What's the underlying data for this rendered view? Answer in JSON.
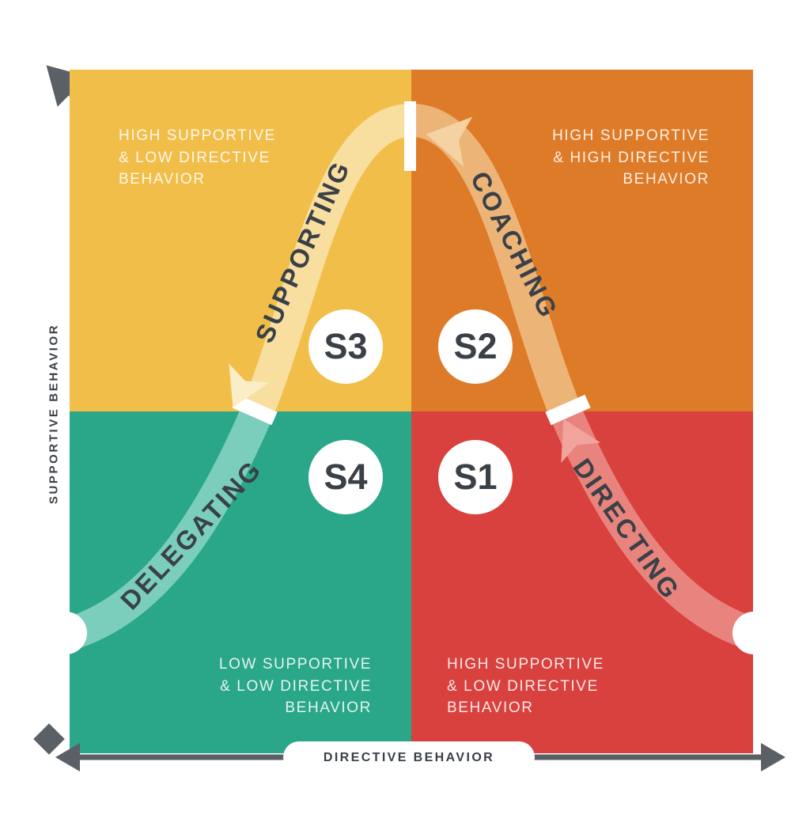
{
  "diagram": {
    "y_axis_label": "SUPPORTIVE BEHAVIOR",
    "x_axis_label": "DIRECTIVE BEHAVIOR",
    "quadrants": {
      "supporting": {
        "code": "S3",
        "label": "SUPPORTING",
        "description": "HIGH SUPPORTIVE\n& LOW DIRECTIVE\nBEHAVIOR",
        "bg_color": "#F2BE4A",
        "band_color": "#F8DFA0",
        "arrow_color": "#FBEDC6"
      },
      "coaching": {
        "code": "S2",
        "label": "COACHING",
        "description": "HIGH SUPPORTIVE\n& HIGH DIRECTIVE\nBEHAVIOR",
        "bg_color": "#DE7B28",
        "band_color": "#EDB478",
        "arrow_color": "#F4D2A2"
      },
      "delegating": {
        "code": "S4",
        "label": "DELEGATING",
        "description": "LOW SUPPORTIVE\n& LOW DIRECTIVE\nBEHAVIOR",
        "bg_color": "#2AA689",
        "band_color": "#7BCEBB",
        "arrow_color": "#A8DFD2"
      },
      "directing": {
        "code": "S1",
        "label": "DIRECTING",
        "description": "HIGH SUPPORTIVE\n& LOW DIRECTIVE\nBEHAVIOR",
        "bg_color": "#D8413E",
        "band_color": "#E8847D",
        "arrow_color": "#F0A49C"
      }
    },
    "axis_color": "#5A6066",
    "text_dark_color": "#3A4047"
  }
}
